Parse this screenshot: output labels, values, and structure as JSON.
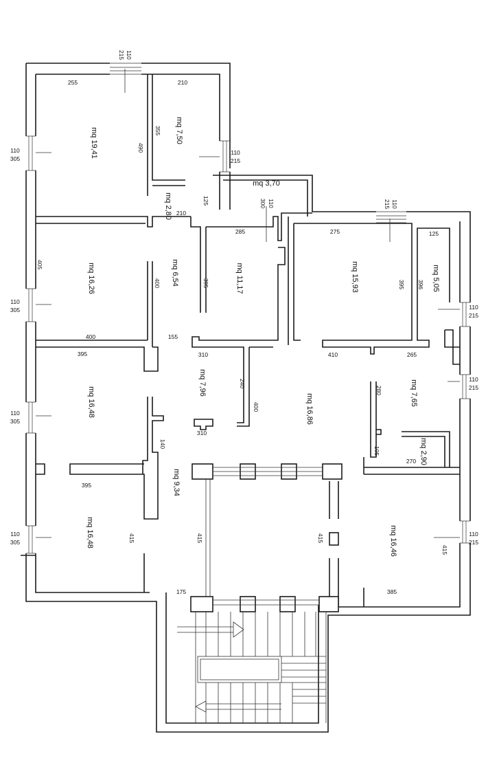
{
  "rooms": [
    {
      "label": "mq 19,41"
    },
    {
      "label": "mq 7,50"
    },
    {
      "label": "mq 3,70"
    },
    {
      "label": "mq 2,80"
    },
    {
      "label": "mq 16,26"
    },
    {
      "label": "mq 6,54"
    },
    {
      "label": "mq 11,17"
    },
    {
      "label": "mq 15,93"
    },
    {
      "label": "mq 5,05"
    },
    {
      "label": "mq 16,48"
    },
    {
      "label": "mq 7,96"
    },
    {
      "label": "mq 16,86"
    },
    {
      "label": "mq 7,65"
    },
    {
      "label": "mq 2,90"
    },
    {
      "label": "mq 9,34"
    },
    {
      "label": "mq 16,48"
    },
    {
      "label": "mq 16,46"
    }
  ],
  "dimensions": [
    "255",
    "210",
    "355",
    "490",
    "210",
    "125",
    "285",
    "275",
    "125",
    "396",
    "395",
    "405",
    "400",
    "395",
    "155",
    "400",
    "395",
    "310",
    "240",
    "400",
    "410",
    "265",
    "280",
    "105",
    "270",
    "140",
    "310",
    "395",
    "415",
    "415",
    "415",
    "415",
    "175",
    "385",
    "300",
    "110"
  ],
  "windows": [
    {
      "w": "110",
      "h": "215"
    },
    {
      "w": "110",
      "h": "305"
    },
    {
      "w": "110",
      "h": "215"
    },
    {
      "w": "110",
      "h": "215"
    },
    {
      "w": "110",
      "h": "305"
    },
    {
      "w": "110",
      "h": "215"
    },
    {
      "w": "110",
      "h": "305"
    },
    {
      "w": "110",
      "h": "215"
    },
    {
      "w": "110",
      "h": "305"
    },
    {
      "w": "110",
      "h": "215"
    }
  ]
}
